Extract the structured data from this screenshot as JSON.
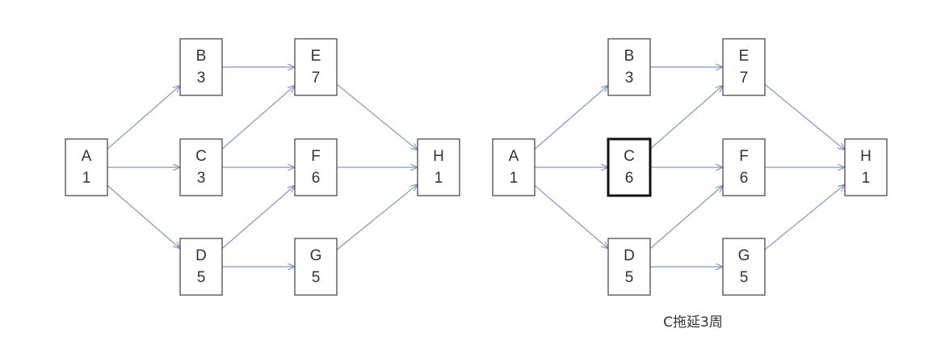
{
  "diagrams": [
    {
      "id": "network-original",
      "nodes": [
        {
          "id": "A",
          "label": "A",
          "duration": "1"
        },
        {
          "id": "B",
          "label": "B",
          "duration": "3"
        },
        {
          "id": "C",
          "label": "C",
          "duration": "3"
        },
        {
          "id": "D",
          "label": "D",
          "duration": "5"
        },
        {
          "id": "E",
          "label": "E",
          "duration": "7"
        },
        {
          "id": "F",
          "label": "F",
          "duration": "6"
        },
        {
          "id": "G",
          "label": "G",
          "duration": "5"
        },
        {
          "id": "H",
          "label": "H",
          "duration": "1"
        }
      ],
      "edges": [
        [
          "A",
          "B"
        ],
        [
          "A",
          "C"
        ],
        [
          "A",
          "D"
        ],
        [
          "B",
          "E"
        ],
        [
          "C",
          "E"
        ],
        [
          "C",
          "F"
        ],
        [
          "D",
          "F"
        ],
        [
          "D",
          "G"
        ],
        [
          "E",
          "H"
        ],
        [
          "F",
          "H"
        ],
        [
          "G",
          "H"
        ]
      ],
      "caption": ""
    },
    {
      "id": "network-delayed",
      "nodes": [
        {
          "id": "A",
          "label": "A",
          "duration": "1"
        },
        {
          "id": "B",
          "label": "B",
          "duration": "3"
        },
        {
          "id": "C",
          "label": "C",
          "duration": "6",
          "highlight": true
        },
        {
          "id": "D",
          "label": "D",
          "duration": "5"
        },
        {
          "id": "E",
          "label": "E",
          "duration": "7"
        },
        {
          "id": "F",
          "label": "F",
          "duration": "6"
        },
        {
          "id": "G",
          "label": "G",
          "duration": "5"
        },
        {
          "id": "H",
          "label": "H",
          "duration": "1"
        }
      ],
      "edges": [
        [
          "A",
          "B"
        ],
        [
          "A",
          "C"
        ],
        [
          "A",
          "D"
        ],
        [
          "B",
          "E"
        ],
        [
          "C",
          "E"
        ],
        [
          "C",
          "F"
        ],
        [
          "D",
          "F"
        ],
        [
          "D",
          "G"
        ],
        [
          "E",
          "H"
        ],
        [
          "F",
          "H"
        ],
        [
          "G",
          "H"
        ]
      ],
      "caption": "C拖延3周"
    }
  ],
  "colors": {
    "edge": "#7f96c2",
    "border": "#4a4a4a",
    "highlight_border": "#111111",
    "text": "#333333"
  }
}
